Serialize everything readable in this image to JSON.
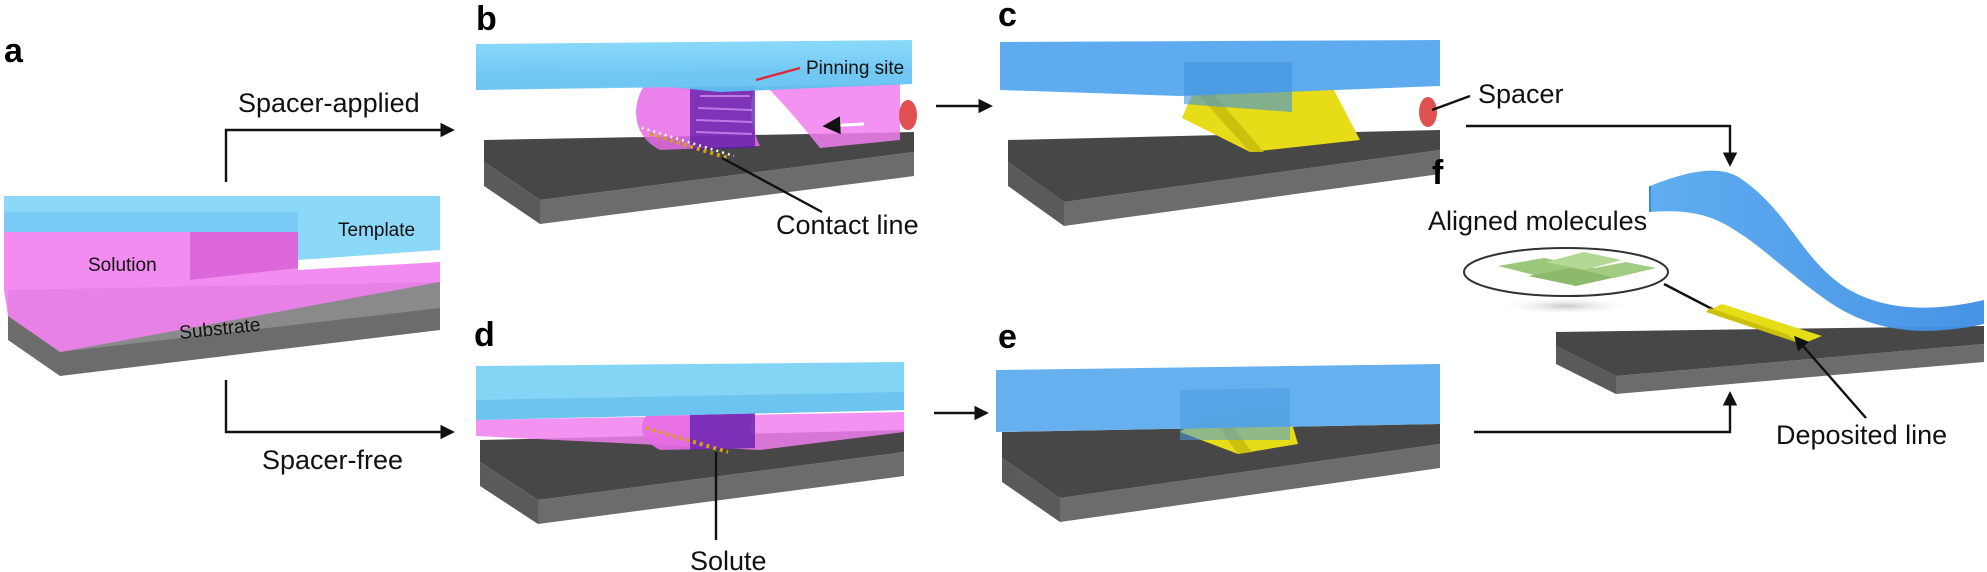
{
  "panels": {
    "a": "a",
    "b": "b",
    "c": "c",
    "d": "d",
    "e": "e",
    "f": "f"
  },
  "labels": {
    "spacer_applied": "Spacer-applied",
    "spacer_free": "Spacer-free",
    "template": "Template",
    "solution": "Solution",
    "substrate": "Substrate",
    "pinning_site": "Pinning site",
    "contact_line": "Contact line",
    "spacer": "Spacer",
    "aligned_molecules": "Aligned molecules",
    "solute": "Solute",
    "deposited_line": "Deposited line"
  },
  "colors": {
    "template": "#7fd3f5",
    "template_dark": "#4aa6e8",
    "solution": "#f27ff0",
    "substrate_top": "#4a4a4a",
    "substrate_side": "#6e6e6e",
    "deposit": "#e6dc18",
    "spacer": "#e04848",
    "molecules": "#9cc77a"
  }
}
